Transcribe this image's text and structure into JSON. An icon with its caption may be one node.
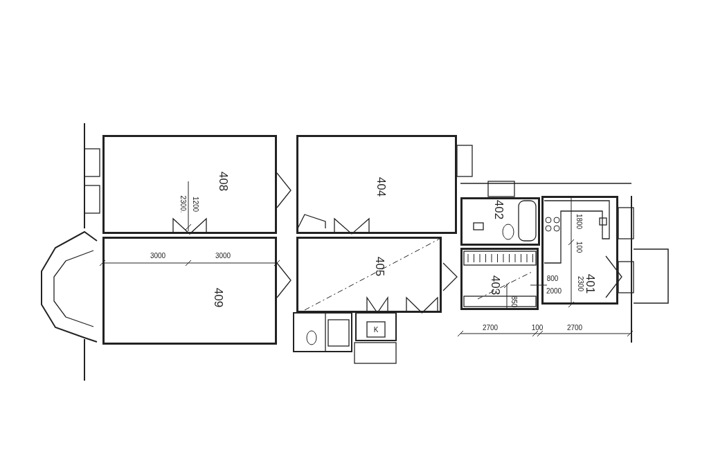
{
  "diagram": {
    "nodes": [
      {
        "text": [
          "408"
        ]
      },
      {
        "text": [
          "404"
        ]
      },
      {
        "text": [
          "402"
        ]
      },
      {
        "text": [
          "401"
        ]
      },
      {
        "text": [
          "409"
        ]
      },
      {
        "text": [
          "405"
        ]
      },
      {
        "text": [
          "403"
        ]
      }
    ],
    "labels": [
      "2300.",
      "1200",
      "3000",
      "3000",
      "1800",
      "100",
      "800",
      "2000",
      "2300",
      "850",
      "K",
      "2700",
      "100",
      "2700"
    ]
  }
}
